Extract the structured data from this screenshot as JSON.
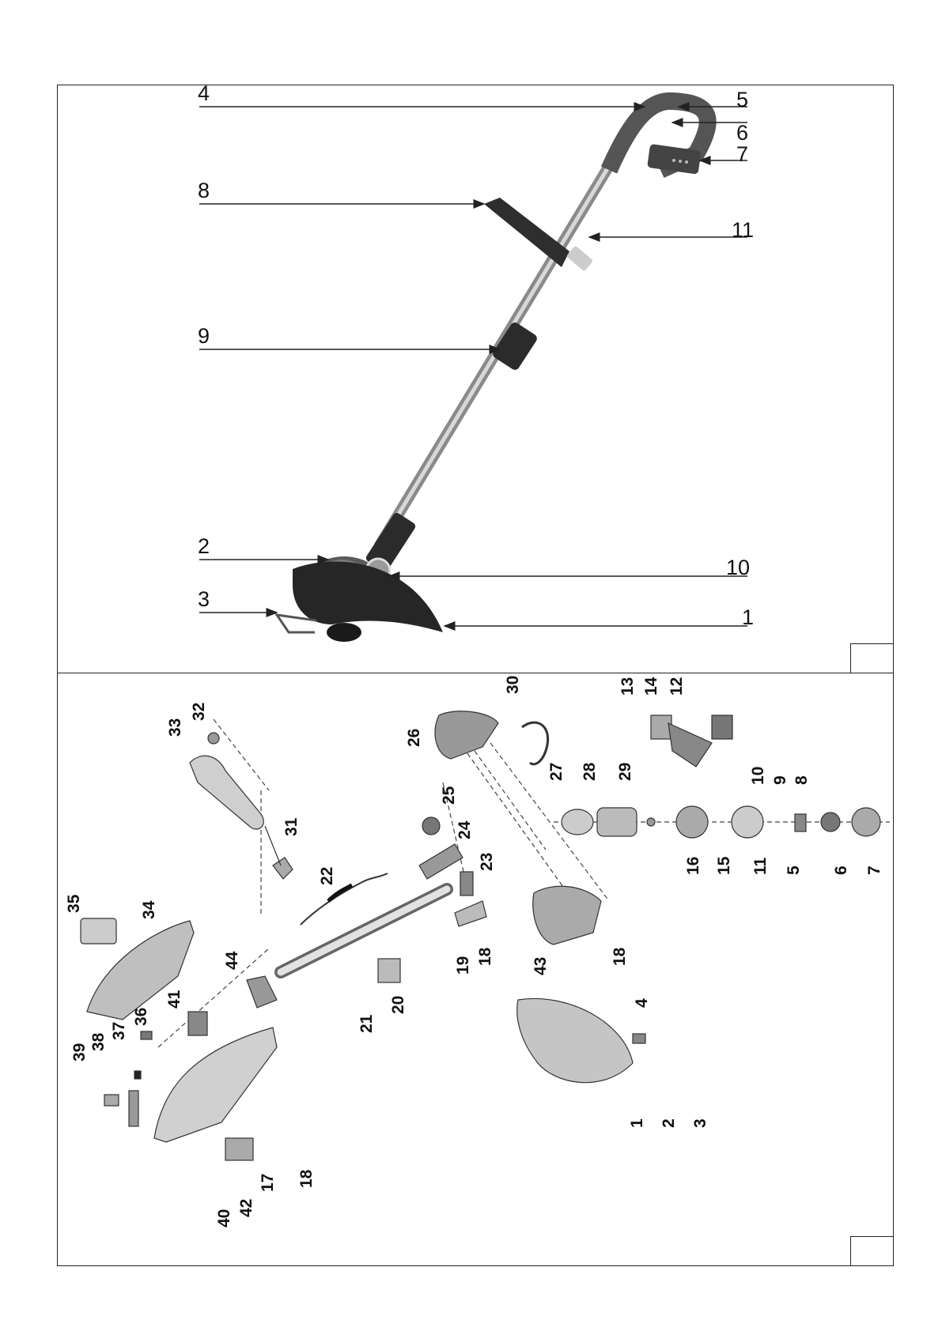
{
  "overview": {
    "labels_left": [
      "4",
      "8",
      "9",
      "2",
      "3"
    ],
    "labels_right": [
      "5",
      "6",
      "7",
      "11",
      "10",
      "1"
    ]
  },
  "exploded": {
    "part_numbers": [
      "1",
      "2",
      "3",
      "4",
      "5",
      "6",
      "7",
      "8",
      "9",
      "10",
      "11",
      "12",
      "13",
      "14",
      "15",
      "16",
      "17",
      "18",
      "18",
      "18",
      "19",
      "20",
      "21",
      "22",
      "23",
      "24",
      "25",
      "26",
      "27",
      "28",
      "29",
      "30",
      "31",
      "32",
      "33",
      "34",
      "35",
      "36",
      "37",
      "38",
      "39",
      "40",
      "41",
      "42",
      "43",
      "44"
    ]
  },
  "colors": {
    "line": "#222222",
    "part_dark": "#333333",
    "part_mid": "#7a7a7a",
    "part_light": "#cfcfcf"
  }
}
